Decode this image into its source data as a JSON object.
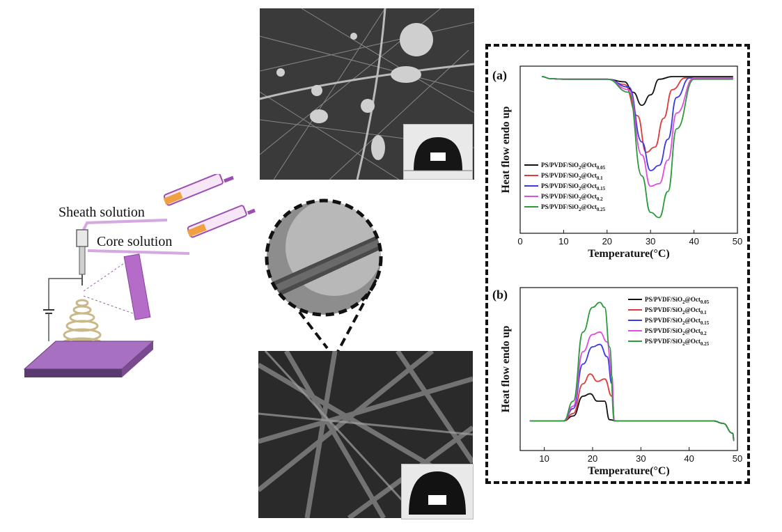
{
  "schematic": {
    "sheath_label": "Sheath solution",
    "core_label": "Core solution",
    "colors": {
      "syringe": "#a15cb8",
      "substrate": "#8e5aa8",
      "fluid": "#f0a040"
    }
  },
  "images": {
    "sem_top": "SEM image of beaded fibers with water droplet inset",
    "sem_bottom": "SEM image of smooth fibers with water droplet inset",
    "tem": "TEM image of core-sheath fiber"
  },
  "chart_data": [
    {
      "type": "line",
      "panel_label": "(a)",
      "xlabel": "Temperature(°C)",
      "ylabel": "Heat flow endo up",
      "xlim": [
        0,
        50
      ],
      "x_ticks": [
        0,
        10,
        20,
        30,
        40,
        50
      ],
      "legend_position": "bottom-left",
      "series": [
        {
          "name": "PS/PVDF/SiO",
          "sub1": "2",
          "mid": "@Oct",
          "sub2": "0.05",
          "color": "#111111",
          "x": [
            5,
            7,
            10,
            20,
            24,
            26,
            28,
            30,
            32,
            35,
            40,
            49
          ],
          "y": [
            0,
            -0.08,
            -0.1,
            -0.1,
            -0.2,
            -0.6,
            -1.1,
            -0.7,
            -0.1,
            0,
            0,
            0
          ]
        },
        {
          "name": "PS/PVDF/SiO",
          "sub1": "2",
          "mid": "@Oct",
          "sub2": "0.1",
          "color": "#e23a3a",
          "x": [
            5,
            7,
            10,
            20,
            24,
            27,
            29,
            31,
            33,
            35,
            38,
            49
          ],
          "y": [
            0,
            -0.08,
            -0.1,
            -0.1,
            -0.3,
            -1.5,
            -2.9,
            -2.7,
            -1.6,
            -0.5,
            -0.05,
            -0.05
          ]
        },
        {
          "name": "PS/PVDF/SiO",
          "sub1": "2",
          "mid": "@Oct",
          "sub2": "0.15",
          "color": "#3a3ae2",
          "x": [
            5,
            7,
            10,
            20,
            25,
            28,
            30,
            32,
            34,
            36,
            39,
            49
          ],
          "y": [
            0,
            -0.08,
            -0.1,
            -0.1,
            -0.4,
            -2.5,
            -3.6,
            -3.4,
            -2.4,
            -0.8,
            -0.05,
            -0.05
          ]
        },
        {
          "name": "PS/PVDF/SiO",
          "sub1": "2",
          "mid": "@Oct",
          "sub2": "0.2",
          "color": "#e04ce0",
          "x": [
            5,
            7,
            10,
            20,
            25,
            28,
            30,
            32,
            34,
            36,
            40,
            49
          ],
          "y": [
            0,
            -0.08,
            -0.1,
            -0.1,
            -0.5,
            -3.0,
            -4.2,
            -4.1,
            -3.2,
            -1.4,
            -0.05,
            -0.05
          ]
        },
        {
          "name": "PS/PVDF/SiO",
          "sub1": "2",
          "mid": "@Oct",
          "sub2": "0.25",
          "color": "#2a9a3a",
          "x": [
            5,
            7,
            10,
            20,
            25,
            28,
            30,
            32,
            34,
            36,
            40,
            49
          ],
          "y": [
            0,
            -0.08,
            -0.1,
            -0.1,
            -0.6,
            -3.8,
            -5.2,
            -5.4,
            -4.4,
            -2.0,
            -0.1,
            -0.1
          ]
        }
      ]
    },
    {
      "type": "line",
      "panel_label": "(b)",
      "xlabel": "Temperature(°C)",
      "ylabel": "Heat flow endo up",
      "xlim": [
        5,
        50
      ],
      "x_ticks": [
        10,
        20,
        30,
        40,
        50
      ],
      "legend_position": "top-right",
      "series": [
        {
          "name": "PS/PVDF/SiO",
          "sub1": "2",
          "mid": "@Oct",
          "sub2": "0.05",
          "color": "#111111",
          "x": [
            7,
            14,
            16,
            18,
            19.5,
            21,
            22.5,
            23.5,
            25,
            45,
            47,
            49,
            49.3
          ],
          "y": [
            0,
            0,
            0.2,
            1.0,
            1.1,
            0.8,
            0.8,
            0.05,
            0,
            0,
            -0.1,
            -0.5,
            -0.8
          ]
        },
        {
          "name": "PS/PVDF/SiO",
          "sub1": "2",
          "mid": "@Oct",
          "sub2": "0.1",
          "color": "#e23a3a",
          "x": [
            7,
            14,
            16,
            18,
            19.5,
            21,
            22.5,
            24,
            24.5,
            45,
            47,
            49,
            49.3
          ],
          "y": [
            0,
            0,
            0.3,
            1.5,
            1.9,
            1.6,
            1.7,
            1.0,
            0,
            0,
            -0.1,
            -0.5,
            -0.8
          ]
        },
        {
          "name": "PS/PVDF/SiO",
          "sub1": "2",
          "mid": "@Oct",
          "sub2": "0.15",
          "color": "#3a3ae2",
          "x": [
            7,
            14,
            16,
            18,
            20,
            21.5,
            23,
            24,
            24.5,
            45,
            47,
            49,
            49.3
          ],
          "y": [
            0,
            0,
            0.5,
            2.3,
            3.0,
            3.1,
            2.6,
            1.5,
            0,
            0,
            -0.1,
            -0.5,
            -0.8
          ]
        },
        {
          "name": "PS/PVDF/SiO",
          "sub1": "2",
          "mid": "@Oct",
          "sub2": "0.2",
          "color": "#e04ce0",
          "x": [
            7,
            14,
            16,
            18,
            20,
            21.5,
            23,
            24,
            24.5,
            45,
            47,
            49,
            49.3
          ],
          "y": [
            0,
            0,
            0.6,
            2.8,
            3.5,
            3.6,
            3.2,
            1.8,
            0,
            0,
            -0.1,
            -0.5,
            -0.8
          ]
        },
        {
          "name": "PS/PVDF/SiO",
          "sub1": "2",
          "mid": "@Oct",
          "sub2": "0.25",
          "color": "#2a9a3a",
          "x": [
            7,
            14,
            16,
            18,
            20,
            21.5,
            22.5,
            23.5,
            24.5,
            45,
            47,
            49,
            49.3
          ],
          "y": [
            0,
            0,
            0.8,
            3.6,
            4.6,
            4.8,
            4.6,
            3.0,
            0,
            0,
            -0.1,
            -0.5,
            -0.8
          ]
        }
      ]
    }
  ]
}
